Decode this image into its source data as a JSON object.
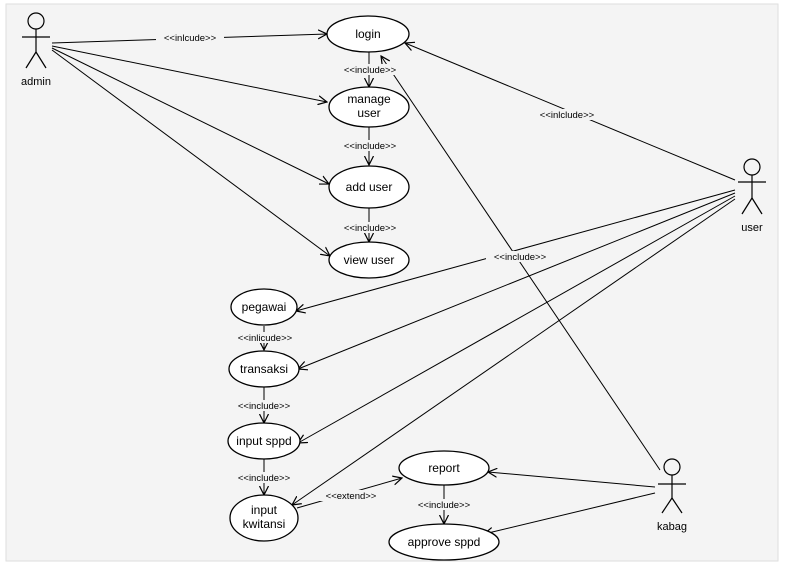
{
  "diagram": {
    "background": "#f4f4f4",
    "line_color": "#000000",
    "actors": {
      "admin": "admin",
      "user": "user",
      "kabag": "kabag"
    },
    "use_cases": {
      "login": [
        "login"
      ],
      "manage_user": [
        "manage",
        "user"
      ],
      "add_user": [
        "add user"
      ],
      "view_user": [
        "view user"
      ],
      "pegawai": [
        "pegawai"
      ],
      "transaksi": [
        "transaksi"
      ],
      "input_sppd": [
        "input sppd"
      ],
      "input_kwitansi": [
        "input",
        "kwitansi"
      ],
      "report": [
        "report"
      ],
      "approve_sppd": [
        "approve sppd"
      ]
    },
    "relations": {
      "admin_login": "<<inlcude>>",
      "login_manage_user": "<<include>>",
      "manage_user_add_user": "<<include>>",
      "add_user_view_user": "<<include>>",
      "user_login": "<<inlclude>>",
      "user_pegawai": "<<include>>",
      "pegawai_transaksi": "<<inlicude>>",
      "transaksi_input_sppd": "<<include>>",
      "input_sppd_input_kwitansi": "<<include>>",
      "input_kwitansi_report": "<<extend>>",
      "report_approve_sppd": "<<include>>"
    }
  }
}
